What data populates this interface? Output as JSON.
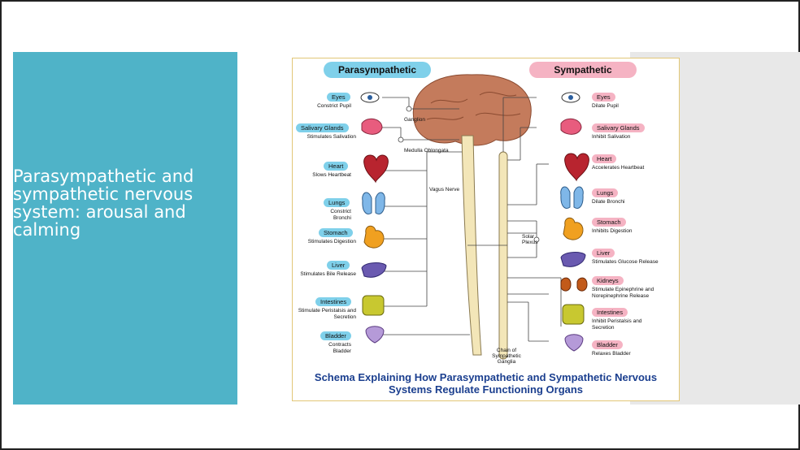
{
  "slide": {
    "title": "Parasympathetic and sympathetic nervous system: arousal and calming"
  },
  "diagram": {
    "headers": {
      "parasympathetic": "Parasympathetic",
      "sympathetic": "Sympathetic"
    },
    "para": [
      {
        "organ": "Eyes",
        "action": "Constrict Pupil"
      },
      {
        "organ": "Salivary Glands",
        "action": "Stimulates Salivation"
      },
      {
        "organ": "Heart",
        "action": "Slows Heartbeat"
      },
      {
        "organ": "Lungs",
        "action": "Constrict Bronchi"
      },
      {
        "organ": "Stomach",
        "action": "Stimulates Digestion"
      },
      {
        "organ": "Liver",
        "action": "Stimulates Bile Release"
      },
      {
        "organ": "Intestines",
        "action": "Stimulate Peristalsis and Secretion"
      },
      {
        "organ": "Bladder",
        "action": "Contracts Bladder"
      }
    ],
    "symp": [
      {
        "organ": "Eyes",
        "action": "Dilate Pupil"
      },
      {
        "organ": "Salivary Glands",
        "action": "Inhibit Salivation"
      },
      {
        "organ": "Heart",
        "action": "Accelerates Heartbeat"
      },
      {
        "organ": "Lungs",
        "action": "Dilate Bronchi"
      },
      {
        "organ": "Stomach",
        "action": "Inhibits Digestion"
      },
      {
        "organ": "Liver",
        "action": "Stimulates Glucose Release"
      },
      {
        "organ": "Kidneys",
        "action": "Stimulate Epinephrine and Norepinephrine Release"
      },
      {
        "organ": "Intestines",
        "action": "Inhibit Peristalsis and Secretion"
      },
      {
        "organ": "Bladder",
        "action": "Relaxes Bladder"
      }
    ],
    "labels": {
      "ganglion": "Ganglion",
      "medulla": "Medulla Oblongata",
      "vagus": "Vagus Nerve",
      "solar": "Solar Plexus",
      "chain": "Chain of Sympathetic Ganglia"
    },
    "caption": "Schema Explaining How Parasympathetic and Sympathetic Nervous Systems Regulate Functioning Organs",
    "colors": {
      "para_pill": "#7fd0ea",
      "symp_pill": "#f5b3c3",
      "caption": "#1b3f8f",
      "left_panel": "#4fb3c8"
    }
  }
}
